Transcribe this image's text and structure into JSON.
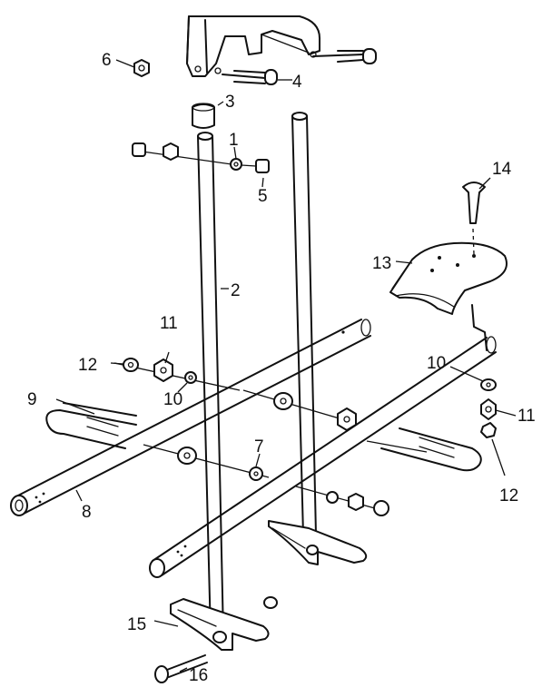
{
  "labels": {
    "l1": "1",
    "l2": "2",
    "l3": "3",
    "l4": "4",
    "l5": "5",
    "l6": "6",
    "l7": "7",
    "l8": "8",
    "l9": "9",
    "l10a": "10",
    "l10b": "10",
    "l11a": "11",
    "l11b": "11",
    "l12a": "12",
    "l12b": "12",
    "l13": "13",
    "l14": "14",
    "l15": "15",
    "l16": "16"
  }
}
